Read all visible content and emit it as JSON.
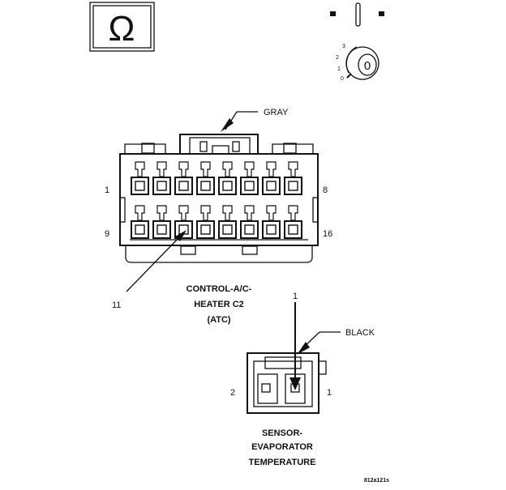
{
  "ohm_symbol": "Ω",
  "key_switch": {
    "positions": [
      "3",
      "2",
      "1",
      "0"
    ],
    "key_label": "0"
  },
  "connector_c2": {
    "wire_color": "GRAY",
    "pin_row1_start": "1",
    "pin_row1_end": "8",
    "pin_row2_start": "9",
    "pin_row2_end": "16",
    "callout_pin": "11",
    "title_lines": [
      "CONTROL-A/C-",
      "HEATER C2",
      "(ATC)"
    ]
  },
  "sensor_connector": {
    "wire_color": "BLACK",
    "callout_pin": "1",
    "pin_left": "2",
    "pin_right": "1",
    "title_lines": [
      "SENSOR-",
      "EVAPORATOR",
      "TEMPERATURE"
    ]
  },
  "figure_code": "812a121s"
}
